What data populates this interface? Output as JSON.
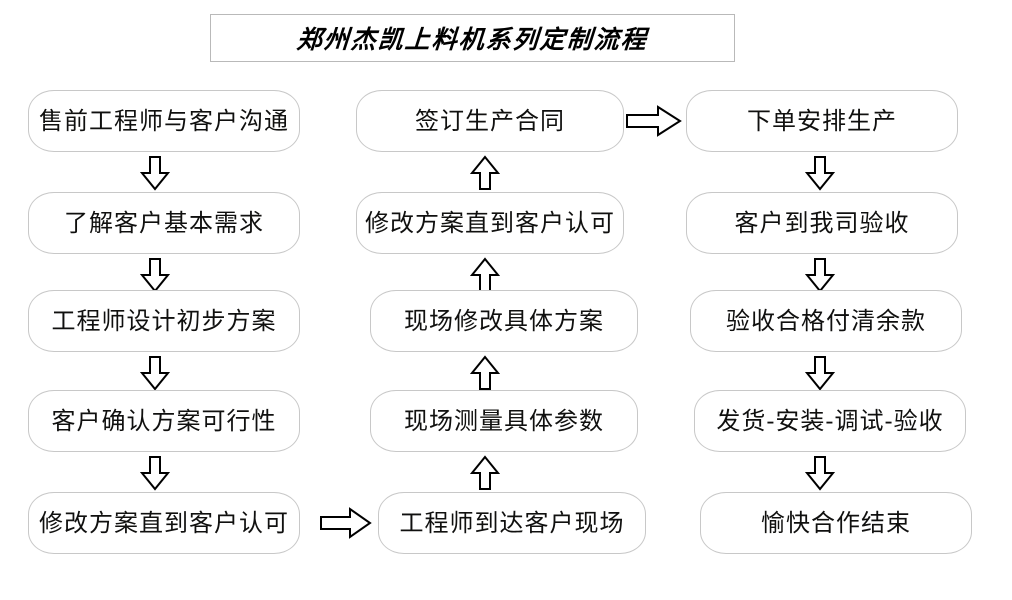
{
  "title": {
    "text": "郑州杰凯上料机系列定制流程"
  },
  "columns": [
    {
      "id": "column-1",
      "nodes": [
        {
          "id": "node-1-1",
          "label": "售前工程师与客户沟通"
        },
        {
          "id": "node-1-2",
          "label": "了解客户基本需求"
        },
        {
          "id": "node-1-3",
          "label": "工程师设计初步方案"
        },
        {
          "id": "node-1-4",
          "label": "客户确认方案可行性"
        },
        {
          "id": "node-1-5",
          "label": "修改方案直到客户认可"
        }
      ]
    },
    {
      "id": "column-2",
      "nodes": [
        {
          "id": "node-2-1",
          "label": "签订生产合同"
        },
        {
          "id": "node-2-2",
          "label": "修改方案直到客户认可"
        },
        {
          "id": "node-2-3",
          "label": "现场修改具体方案"
        },
        {
          "id": "node-2-4",
          "label": "现场测量具体参数"
        },
        {
          "id": "node-2-5",
          "label": "工程师到达客户现场"
        }
      ]
    },
    {
      "id": "column-3",
      "nodes": [
        {
          "id": "node-3-1",
          "label": "下单安排生产"
        },
        {
          "id": "node-3-2",
          "label": "客户到我司验收"
        },
        {
          "id": "node-3-3",
          "label": "验收合格付清余款"
        },
        {
          "id": "node-3-4",
          "label": "发货-安装-调试-验收"
        },
        {
          "id": "node-3-5",
          "label": "愉快合作结束"
        }
      ]
    }
  ],
  "arrows": [
    {
      "id": "arrow-c1-1to2",
      "direction": "down"
    },
    {
      "id": "arrow-c1-2to3",
      "direction": "down"
    },
    {
      "id": "arrow-c1-3to4",
      "direction": "down"
    },
    {
      "id": "arrow-c1-4to5",
      "direction": "down"
    },
    {
      "id": "arrow-c1-to-c2",
      "direction": "right"
    },
    {
      "id": "arrow-c2-5to4",
      "direction": "up"
    },
    {
      "id": "arrow-c2-4to3",
      "direction": "up"
    },
    {
      "id": "arrow-c2-3to2",
      "direction": "up"
    },
    {
      "id": "arrow-c2-2to1",
      "direction": "up"
    },
    {
      "id": "arrow-c2-to-c3",
      "direction": "right"
    },
    {
      "id": "arrow-c3-1to2",
      "direction": "down"
    },
    {
      "id": "arrow-c3-2to3",
      "direction": "down"
    },
    {
      "id": "arrow-c3-3to4",
      "direction": "down"
    },
    {
      "id": "arrow-c3-4to5",
      "direction": "down"
    }
  ],
  "colors": {
    "background": "#ffffff",
    "node_border": "#c8c8c8",
    "title_border": "#b9b9b9",
    "text": "#10100f",
    "arrow_stroke": "#000000",
    "arrow_fill": "#ffffff"
  }
}
